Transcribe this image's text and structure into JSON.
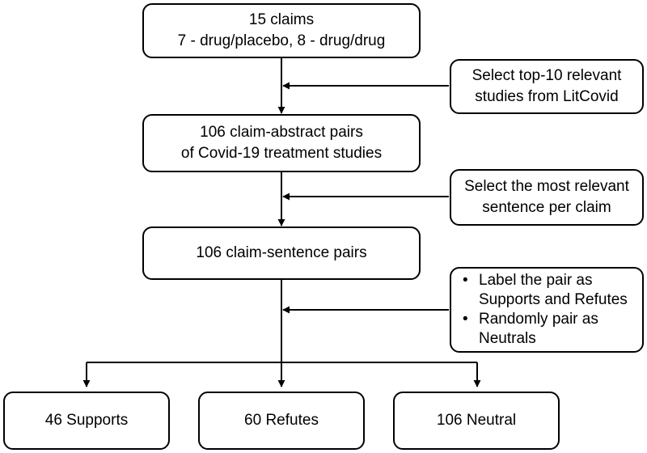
{
  "steps": {
    "claims": {
      "line1": "15 claims",
      "line2": "7 - drug/placebo, 8 - drug/drug"
    },
    "abstract_pairs": {
      "line1": "106 claim-abstract pairs",
      "line2": "of Covid-19 treatment studies"
    },
    "sentence_pairs": {
      "line1": "106 claim-sentence pairs"
    }
  },
  "notes": {
    "select_studies": {
      "line1": "Select top-10 relevant",
      "line2": "studies from LitCovid"
    },
    "select_sentence": {
      "line1": "Select the most relevant",
      "line2": "sentence per claim"
    },
    "labeling": {
      "items": [
        {
          "line1": "Label the pair as",
          "line2": "Supports and Refutes"
        },
        {
          "line1": "Randomly pair as",
          "line2": "Neutrals"
        }
      ]
    }
  },
  "outcomes": {
    "supports": "46 Supports",
    "refutes": "60 Refutes",
    "neutral": "106 Neutral"
  }
}
